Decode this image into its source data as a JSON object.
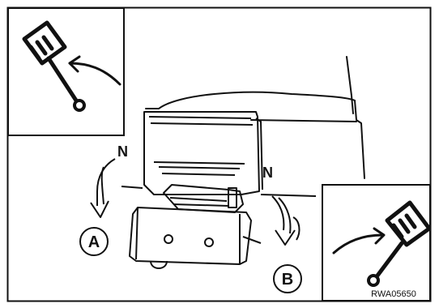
{
  "diagram": {
    "labels": {
      "n_left": "N",
      "n_right": "N",
      "marker_a": "A",
      "marker_b": "B"
    },
    "figure_code": "RWA05650",
    "icons": {
      "top_left": "piston-rod-arrow-icon",
      "bottom_right": "piston-rod-arrow-icon"
    },
    "colors": {
      "ink": "#111111",
      "background": "#ffffff"
    }
  }
}
